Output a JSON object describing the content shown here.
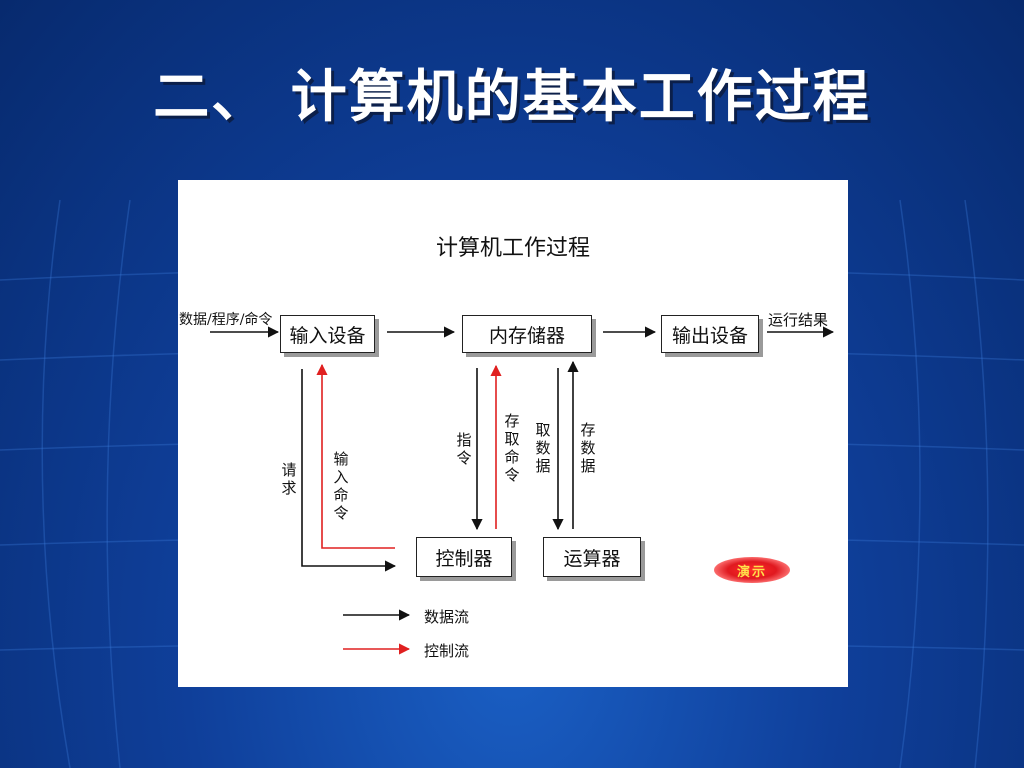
{
  "slide": {
    "title": "二、 计算机的基本工作过程"
  },
  "diagram": {
    "title": "计算机工作过程",
    "input_label": "数据/程序/命令",
    "output_label": "运行结果",
    "boxes": {
      "input": "输入设备",
      "memory": "内存储器",
      "output": "输出设备",
      "controller": "控制器",
      "alu": "运算器"
    },
    "edge_labels": {
      "request": "请求",
      "input_command": "输入命令",
      "instruction": "指令",
      "access_command": "存取命令",
      "fetch_data": "取数据",
      "store_data": "存数据"
    },
    "legend": {
      "data_flow": "数据流",
      "control_flow": "控制流"
    },
    "colors": {
      "data_flow": "#111111",
      "control_flow": "#e02020"
    },
    "demo_button": "演示"
  }
}
